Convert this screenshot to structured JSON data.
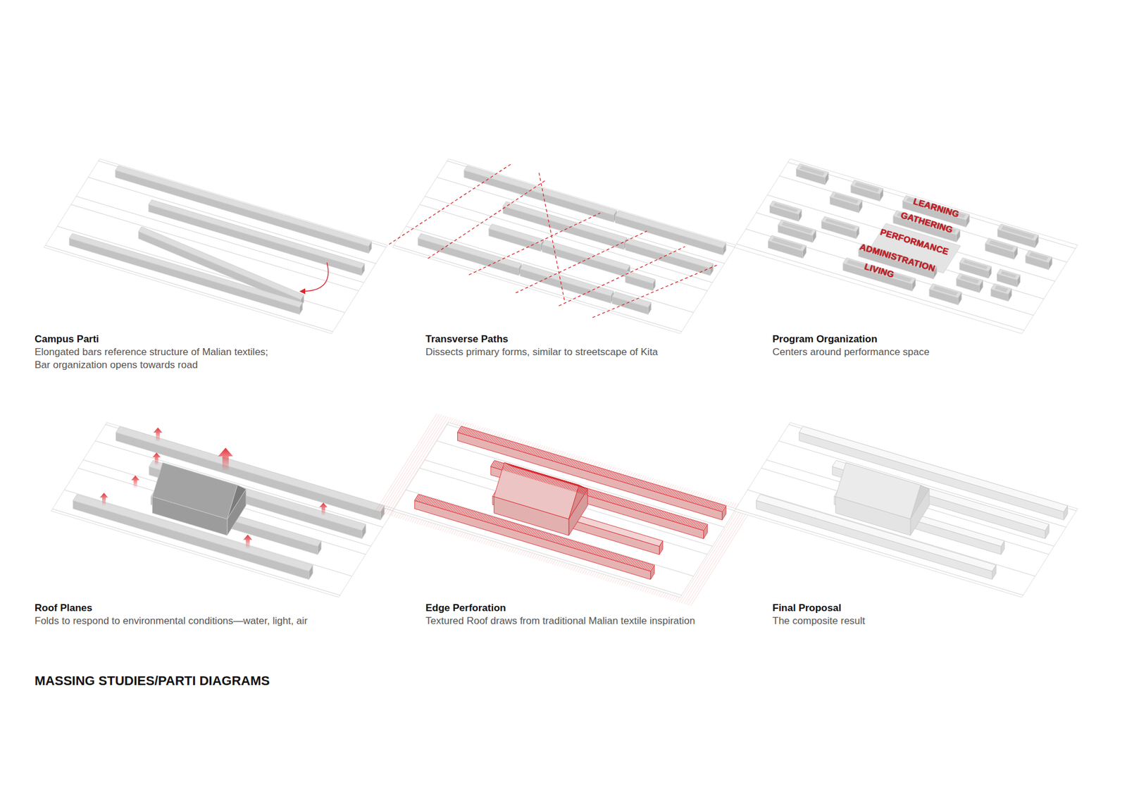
{
  "diagram": {
    "title": "MASSING STUDIES/PARTI DIAGRAMS",
    "labels": [
      "Campus Parti",
      "Elongated bars reference structure of Malian textiles;",
      "Bar organization opens towards road",
      "Transverse Paths",
      "Dissects primary forms, similar to streetscape of Kita",
      "LEARNING",
      "GATHERING",
      "PERFORMANCE",
      "ADMINISTRATION",
      "LIVING",
      "Program Organization",
      "Centers around performance space",
      "Roof Planes",
      "Folds to respond to environmental conditions—water, light, air",
      "Edge Perforation",
      "Textured Roof draws from traditional Malian textile inspiration",
      "Final Proposal",
      "The composite result"
    ]
  }
}
